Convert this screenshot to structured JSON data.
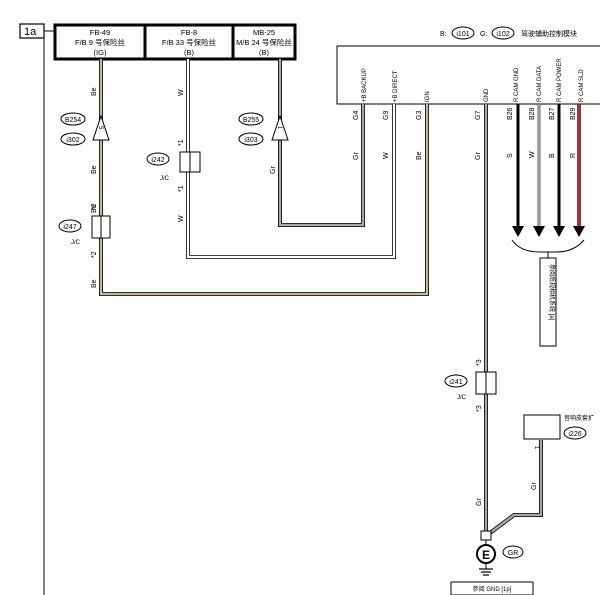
{
  "section": "1a",
  "fuses": [
    {
      "id": "FB-49",
      "line2": "F/B 9 号保险丝",
      "line3": "(IG)"
    },
    {
      "id": "FB-8",
      "line2": "F/B 33 号保险丝",
      "line3": "(B)"
    },
    {
      "id": "MB-25",
      "line2": "M/B 24 号保险丝",
      "line3": "(B)"
    }
  ],
  "module": {
    "b_prefix": "B:",
    "b_conn": "i101",
    "g_prefix": "G:",
    "g_conn": "i102",
    "name": "驾驶辅助控制模块"
  },
  "pins": [
    {
      "signal": "+B BACKUP",
      "pin": "G4",
      "wire": "Gr"
    },
    {
      "signal": "+B DIRECT",
      "pin": "G9",
      "wire": "W"
    },
    {
      "signal": "IGN",
      "pin": "G3",
      "wire": "Be"
    },
    {
      "signal": "GND",
      "pin": "G7",
      "wire": "Gr"
    },
    {
      "signal": "R CAM GND",
      "pin": "B26",
      "wire": "S"
    },
    {
      "signal": "R CAM DATA",
      "pin": "B28",
      "wire": "W"
    },
    {
      "signal": "R CAM POWER",
      "pin": "B27",
      "wire": "B"
    },
    {
      "signal": "R CAM SLD",
      "pin": "B29",
      "wire": "R"
    }
  ],
  "wire_labels": {
    "be_top": "Be",
    "be_mid": "Be",
    "be_low": "Be",
    "be_bottom": "Be",
    "w_top": "W",
    "w_mid": "W",
    "gr_b255": "Gr",
    "gr_gnd_low": "Gr",
    "gr_module": "Gr",
    "gr_i226": "Gr"
  },
  "connectors": {
    "b254": "B254",
    "i302": "i302",
    "pin_5": "5",
    "b255": "B255",
    "i303": "i303",
    "pin_1": "1",
    "i242": "i242",
    "i247": "i247",
    "i241": "i241",
    "i226": "i226",
    "jc": "J/C"
  },
  "splice_marks": {
    "s1": "*1",
    "s2": "*2",
    "s3": "*3"
  },
  "camera_ref": "参阅后视相机系统 [a]",
  "audio_label": "音响皮套扩",
  "audio_pin": "1",
  "ground": {
    "symbol": "E",
    "label": "GR",
    "ref": "参阅 GND [1p]"
  },
  "colors": {
    "be": "#c9b79c",
    "red": "#cc2222",
    "gray": "#aaaaaa",
    "black": "#000000"
  }
}
